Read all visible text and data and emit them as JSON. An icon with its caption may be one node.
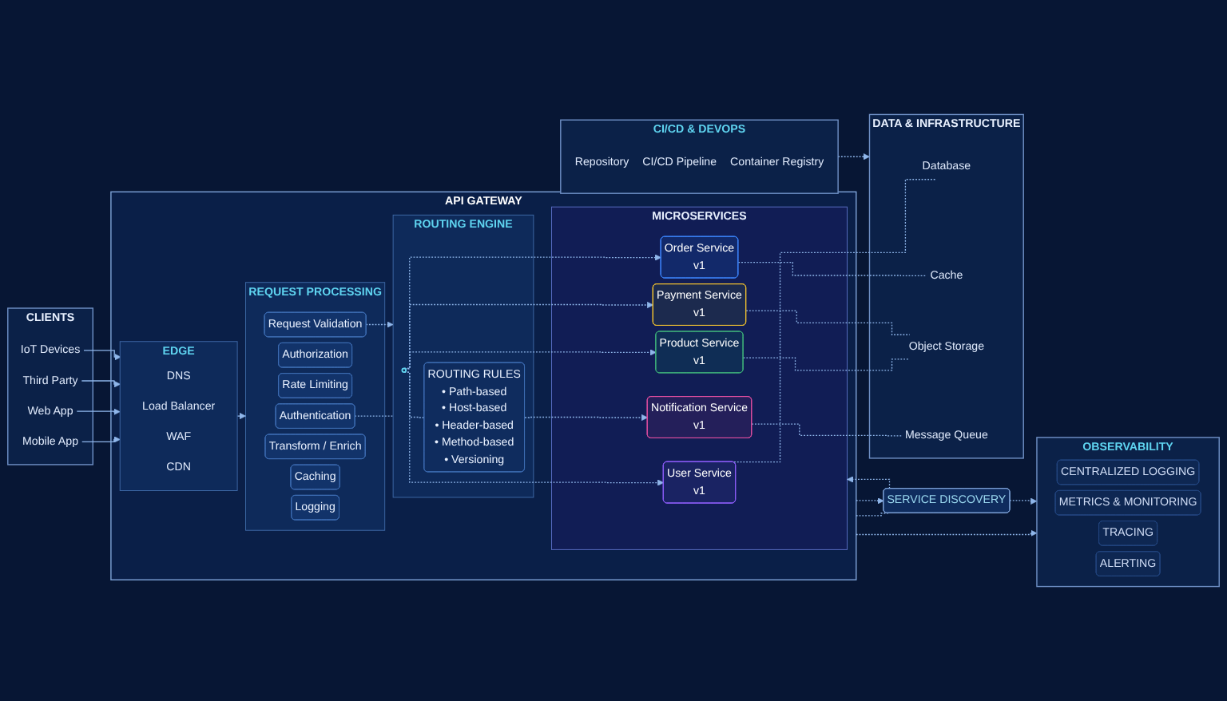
{
  "diagram": {
    "nodes": [
      {
        "text": [
          "CLIENTS"
        ]
      },
      {
        "text": [
          "Mobile App"
        ],
        "in": 0
      },
      {
        "text": [
          "Web App"
        ],
        "in": 0
      },
      {
        "text": [
          "Third Party"
        ],
        "in": 0
      },
      {
        "text": [
          "IoT Devices"
        ],
        "in": 0
      },
      {
        "text": [
          "API GATEWAY"
        ]
      },
      {
        "text": [
          "EDGE"
        ],
        "in": 5
      },
      {
        "text": [
          "DNS"
        ],
        "in": 6
      },
      {
        "text": [
          "Load Balancer"
        ],
        "in": 6
      },
      {
        "text": [
          "WAF"
        ],
        "in": 6
      },
      {
        "text": [
          "CDN"
        ],
        "in": 6
      },
      {
        "text": [
          "REQUEST PROCESSING"
        ],
        "in": 5
      },
      {
        "text": [
          "Authentication"
        ],
        "in": 11
      },
      {
        "text": [
          "Authorization"
        ],
        "in": 11
      },
      {
        "text": [
          "Rate Limiting"
        ],
        "in": 11
      },
      {
        "text": [
          "Request Validation"
        ],
        "in": 11
      },
      {
        "text": [
          "Transform / Enrich"
        ],
        "in": 11
      },
      {
        "text": [
          "Caching"
        ],
        "in": 11
      },
      {
        "text": [
          "Logging"
        ],
        "in": 11
      },
      {
        "text": [
          "ROUTING ENGINE"
        ],
        "in": 5
      },
      {
        "text": [],
        "shape": "circle",
        "in": 19
      },
      {
        "text": [
          "ROUTING RULES",
          "• Path-based",
          "• Host-based",
          "• Header-based",
          "• Method-based",
          "• Versioning"
        ],
        "in": 19
      },
      {
        "text": [
          "MICROSERVICES"
        ],
        "in": 5
      },
      {
        "text": [
          "User Service",
          "v1"
        ],
        "in": 22
      },
      {
        "text": [
          "Order Service",
          "v1"
        ],
        "in": 22
      },
      {
        "text": [
          "Product Service",
          "v1"
        ],
        "in": 22
      },
      {
        "text": [
          "Payment Service",
          "v1"
        ],
        "in": 22
      },
      {
        "text": [
          "Notification Service",
          "v1"
        ],
        "in": 22
      },
      {
        "text": [
          "DATA & INFRASTRUCTURE"
        ]
      },
      {
        "text": [
          "Database"
        ],
        "in": 28
      },
      {
        "text": [
          "Cache"
        ],
        "in": 28
      },
      {
        "text": [
          "Object Storage"
        ],
        "in": 28
      },
      {
        "text": [
          "Message Queue"
        ],
        "in": 28
      },
      {
        "text": [
          "SERVICE DISCOVERY"
        ]
      },
      {
        "text": [
          "OBSERVABILITY"
        ]
      },
      {
        "text": [
          "CENTRALIZED LOGGING"
        ],
        "in": 34
      },
      {
        "text": [
          "METRICS & MONITORING"
        ],
        "in": 34
      },
      {
        "text": [
          "TRACING"
        ],
        "in": 34
      },
      {
        "text": [
          "ALERTING"
        ],
        "in": 34
      },
      {
        "text": [
          "CI/CD & DEVOPS"
        ]
      },
      {
        "text": [
          "Repository"
        ],
        "in": 39
      },
      {
        "text": [
          "CI/CD Pipeline"
        ],
        "in": 39
      },
      {
        "text": [
          "Container Registry"
        ],
        "in": 39
      }
    ],
    "edges": [
      {
        "from": 1,
        "to": 6,
        "arrow": "to"
      },
      {
        "from": 2,
        "to": 6,
        "arrow": "to"
      },
      {
        "from": 3,
        "to": 6,
        "arrow": "to"
      },
      {
        "from": 4,
        "to": 6,
        "arrow": "to"
      },
      {
        "from": 6,
        "to": 11,
        "arrow": "to"
      },
      {
        "from": 12,
        "to": 19,
        "arrow": "none",
        "style": "dashed"
      },
      {
        "from": 15,
        "to": 19,
        "arrow": "to",
        "style": "dashed"
      },
      {
        "from": 20,
        "to": 21,
        "arrow": "none",
        "style": "dashed"
      },
      {
        "from": 20,
        "to": 23,
        "arrow": "to",
        "style": "dashed"
      },
      {
        "from": 20,
        "to": 24,
        "arrow": "to",
        "style": "dashed"
      },
      {
        "from": 20,
        "to": 25,
        "arrow": "to",
        "style": "dashed"
      },
      {
        "from": 20,
        "to": 26,
        "arrow": "to",
        "style": "dashed"
      },
      {
        "from": 21,
        "to": 27,
        "arrow": "to",
        "style": "dashed"
      },
      {
        "from": 23,
        "to": 29,
        "arrow": "none",
        "style": "dashed"
      },
      {
        "from": 24,
        "to": 30,
        "arrow": "none",
        "style": "dashed"
      },
      {
        "from": 25,
        "to": 31,
        "arrow": "none",
        "style": "dashed"
      },
      {
        "from": 26,
        "to": 31,
        "arrow": "none",
        "style": "dashed"
      },
      {
        "from": 27,
        "to": 32,
        "arrow": "none",
        "style": "dashed"
      },
      {
        "from": 5,
        "to": 34,
        "arrow": "to",
        "style": "dashed"
      },
      {
        "from": 5,
        "to": 33,
        "arrow": "none",
        "style": "dashed"
      },
      {
        "from": 5,
        "to": 33,
        "arrow": "to",
        "style": "dashed"
      },
      {
        "from": 33,
        "to": 22,
        "arrow": "to",
        "style": "dashed"
      },
      {
        "from": 33,
        "to": 34,
        "arrow": "to",
        "style": "dashed"
      },
      {
        "from": 39,
        "to": 28,
        "arrow": "to",
        "style": "dashed"
      }
    ]
  }
}
